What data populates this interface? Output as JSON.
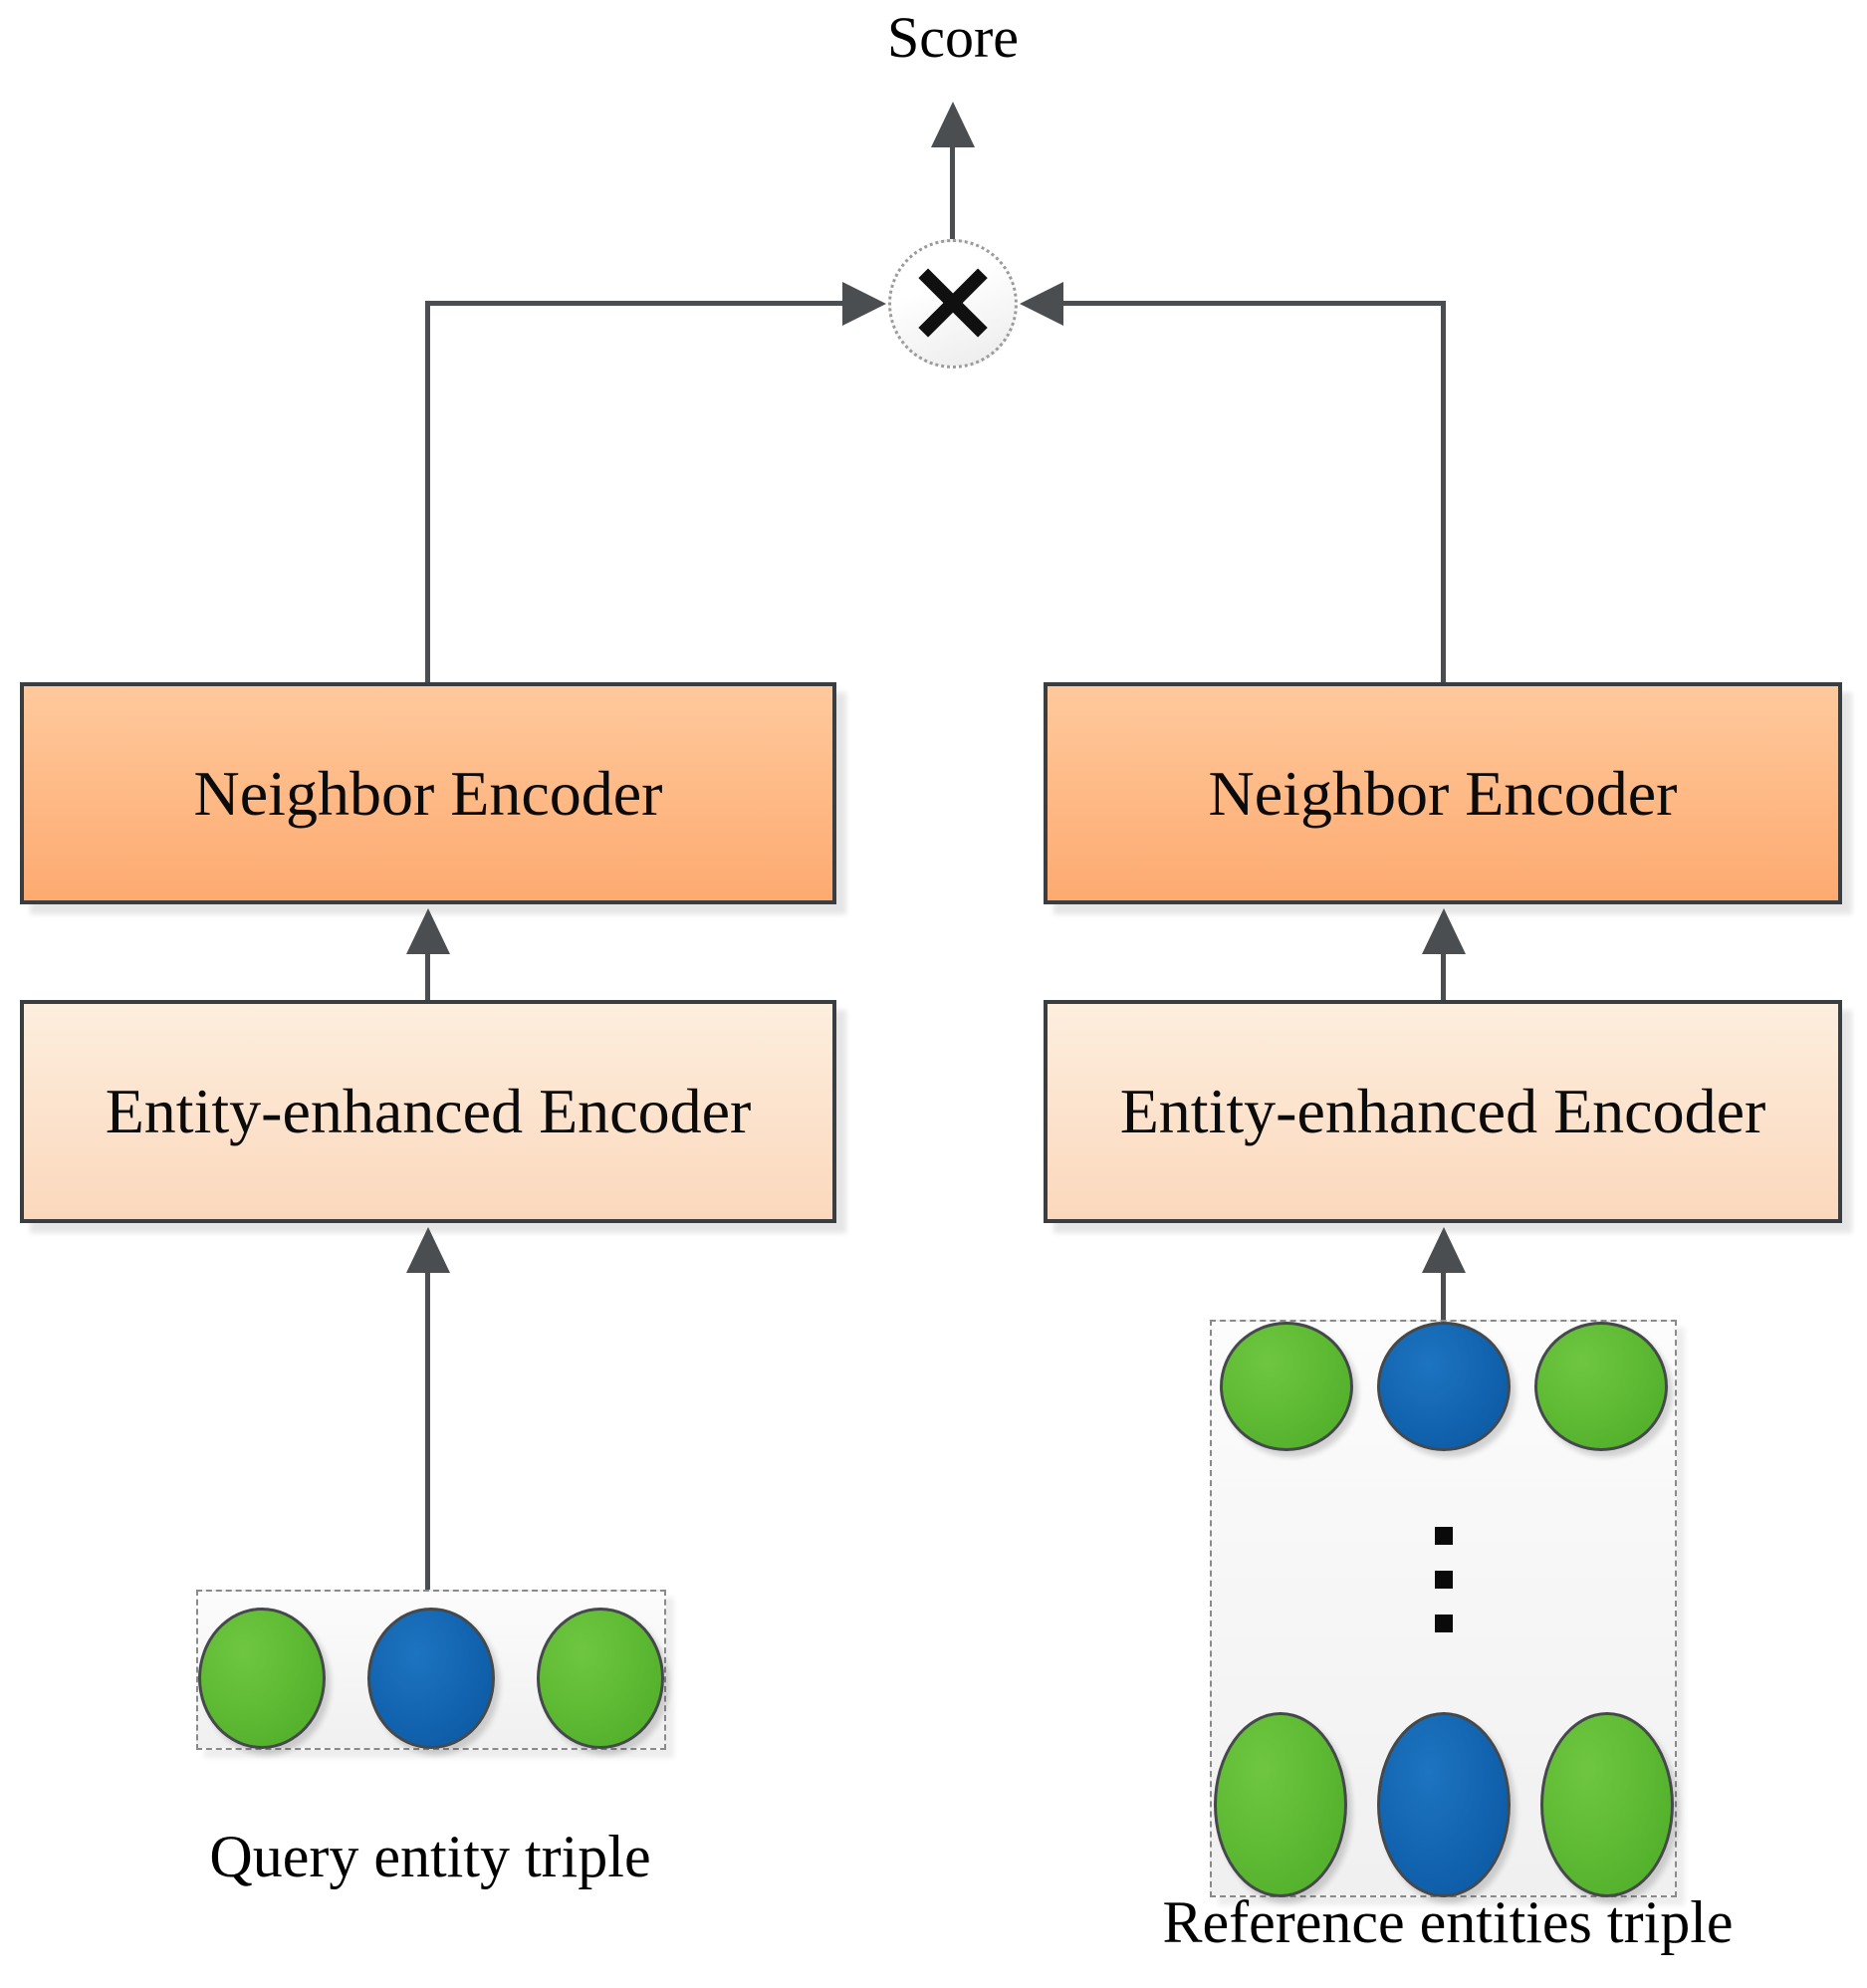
{
  "figure": {
    "score_label": "Score",
    "operator_symbol": "×",
    "operator_name": "multiply-node",
    "ellipsis_icon": "vertical-dots",
    "left": {
      "neighbor_encoder_label": "Neighbor Encoder",
      "entity_encoder_label": "Entity-enhanced Encoder",
      "caption": "Query entity triple",
      "triple": [
        "entity",
        "relation",
        "entity"
      ]
    },
    "right": {
      "neighbor_encoder_label": "Neighbor Encoder",
      "entity_encoder_label": "Entity-enhanced Encoder",
      "caption": "Reference entities triple",
      "top_triple": [
        "entity",
        "relation",
        "entity"
      ],
      "bottom_triple": [
        "entity",
        "relation",
        "entity"
      ]
    },
    "colors": {
      "arrow": "#4b4e50",
      "box-border": "#3b3e40",
      "orange-top": "#ffc99c",
      "orange-bottom": "#fdaa70",
      "peach-top": "#fdeede",
      "peach-bottom": "#fbd8bc",
      "entity-green": "#55b22c",
      "entity-green-light": "#6fc741",
      "relation-blue": "#0e5da9",
      "relation-blue-light": "#1d74c0",
      "node-border": "#45494b",
      "dash-border": "#8a8a8a",
      "panel-top": "#fcfcfc",
      "panel-bottom": "#f0f0f0"
    }
  }
}
